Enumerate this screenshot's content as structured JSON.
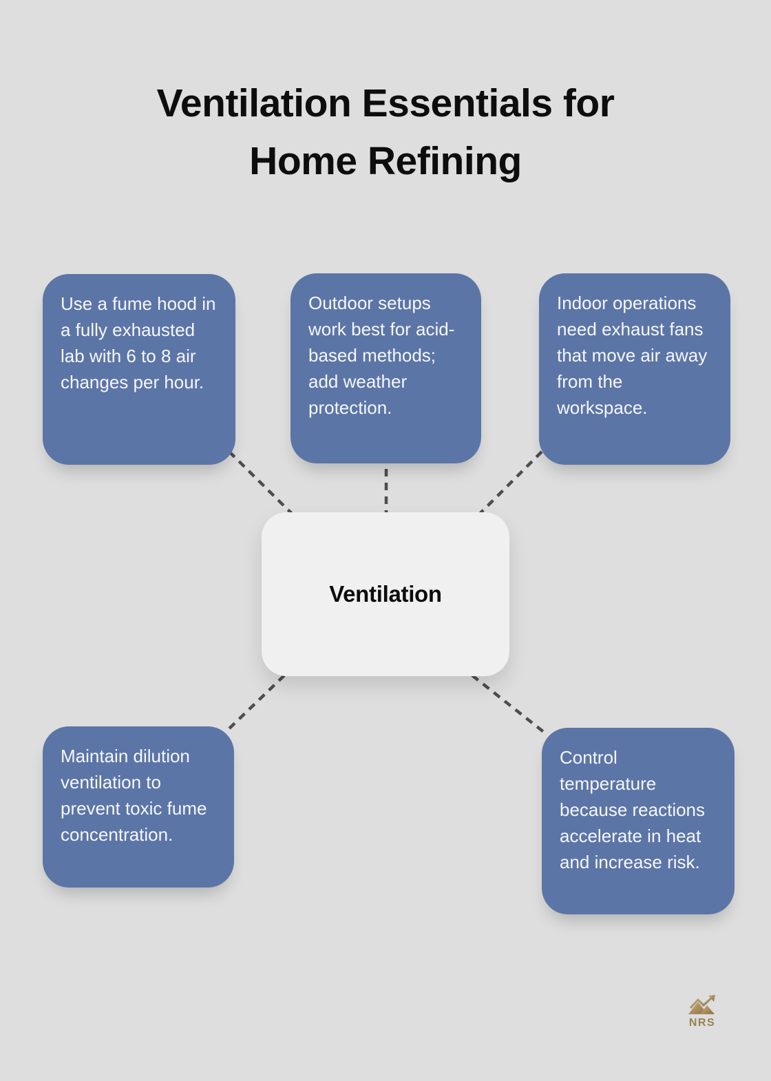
{
  "title": {
    "line1": "Ventilation Essentials for",
    "line2": "Home Refining"
  },
  "center_node": {
    "label": "Ventilation"
  },
  "nodes": [
    {
      "position": "top-left",
      "text": "Use a fume hood in a fully exhausted lab with 6 to 8 air changes per hour."
    },
    {
      "position": "top-middle",
      "text": "Outdoor setups work best for acid-based methods; add weather protection."
    },
    {
      "position": "top-right",
      "text": "Indoor operations need exhaust fans that move air away from the workspace."
    },
    {
      "position": "bottom-left",
      "text": "Maintain dilution ventilation to prevent toxic fume concentration."
    },
    {
      "position": "bottom-right",
      "text": "Control temperature because reactions accelerate in heat and increase risk."
    }
  ],
  "logo": {
    "text": "NRS",
    "icon": "mountains-growth-arrow-icon"
  },
  "colors": {
    "background": "#dddedd",
    "node_blue": "#5c75a7",
    "node_text": "#f5f7fa",
    "center_bg": "#f0f0f1",
    "title_text": "#0d0d0d",
    "connector_gray": "#4d4d4d",
    "logo_gold": "#9c8052"
  }
}
